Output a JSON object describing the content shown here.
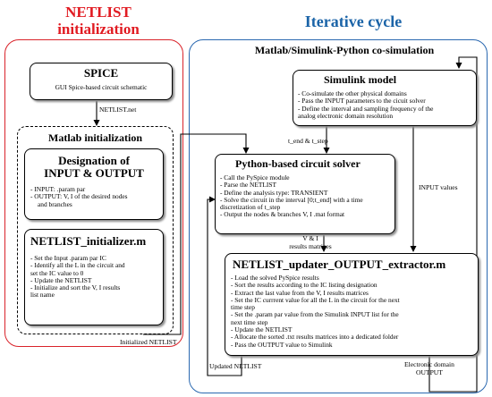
{
  "headers": {
    "left_line1": "NETLIST",
    "left_line2": "initialization",
    "right": "Iterative cycle"
  },
  "cosim_title": "Matlab/Simulink-Python co-simulation",
  "spice": {
    "title": "SPICE",
    "subtitle": "GUI Spice-based circuit schematic"
  },
  "netlist_net_label": "NETLIST.net",
  "matlab_init": {
    "title": "Matlab initialization"
  },
  "designation": {
    "title_line1": "Designation of",
    "title_line2": "INPUT & OUTPUT",
    "items": [
      "- INPUT: .param par",
      "- OUTPUT: V, I of the desired nodes",
      "  and branches"
    ]
  },
  "initializer": {
    "title": "NETLIST_initializer.m",
    "items": [
      "- Set the Input .param par IC",
      "- Identify all the L in the circuit and",
      "set the IC value to 0",
      "- Update the NETLIST",
      "- Initialize and sort the V, I results",
      "list name"
    ]
  },
  "initialized_netlist_label": "Initialized NETLIST",
  "simulink": {
    "title": "Simulink model",
    "items": [
      "- Co-simulate the other physical domains",
      "- Pass the INPUT parameters to the cicuit solver",
      "- Define the interval and sampling frequency of the",
      "analog electronic domain resolution"
    ]
  },
  "tend_tstep_label": "t_end & t_step",
  "input_values_label": "INPUT values",
  "python": {
    "title": "Python-based circuit solver",
    "items": [
      "- Call the PySpice module",
      "- Parse the NETLIST",
      "- Define the analysis type: TRANSIENT",
      "- Solve the circuit in the interval [0;t_end] with a time",
      "discretization of t_step",
      "- Output the nodes & branches V, I .mat format"
    ]
  },
  "vi_label_line1": "V & I",
  "vi_label_line2": "results matrices",
  "updater": {
    "title": "NETLIST_updater_OUTPUT_extractor.m",
    "items": [
      "- Load the solved PySpice results",
      "- Sort the results according to the IC listing designation",
      "- Extract the last value from the V, I results matrices",
      "- Set the IC currrent value for all the L in the circuit for the next",
      "time step",
      "- Set the .param par value from the Simulink INPUT list for the",
      "next time step",
      "- Update the NETLIST",
      "- Allocate the sorted .txt results matrices into a dedicated folder",
      "- Pass the OUTPUT value to Simulink"
    ]
  },
  "updated_netlist_label": "Updated NETLIST",
  "electronic_output_line1": "Electronic domain",
  "electronic_output_line2": "OUTPUT"
}
